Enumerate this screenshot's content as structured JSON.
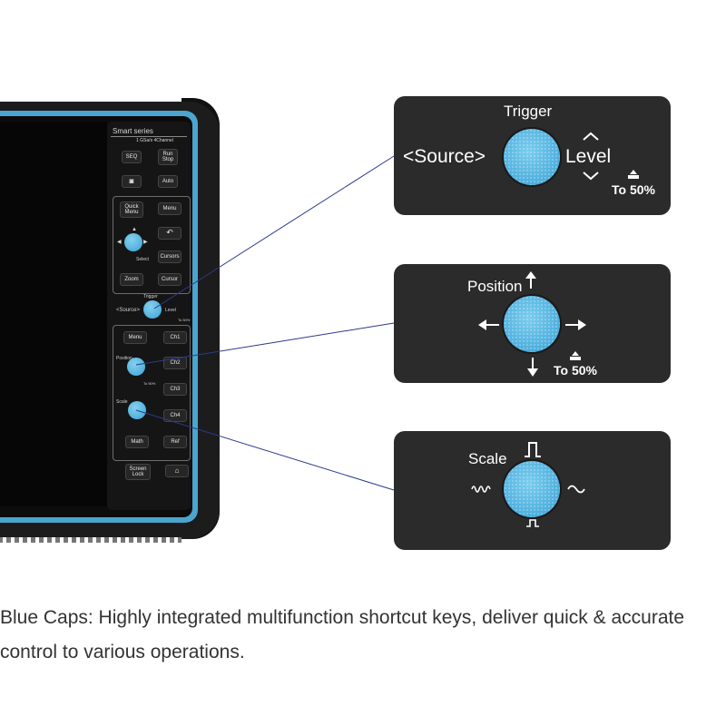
{
  "device": {
    "series": "Smart series",
    "spec": "1 GSa/s 4Channel",
    "buttons": {
      "seq": "SEQ",
      "run_stop": "Run Stop",
      "auto": "Auto",
      "quick_menu": "Quick Menu",
      "menu": "Menu",
      "cursors": "Cursors",
      "zoom": "Zoom",
      "cursor_b": "Cursor",
      "ch_menu": "Menu",
      "ch1": "Ch1",
      "ch2": "Ch2",
      "ch3": "Ch3",
      "ch4": "Ch4",
      "math": "Math",
      "ref": "Ref",
      "screen_lock": "Screen Lock"
    },
    "labels": {
      "select": "Select",
      "trigger": "Trigger",
      "source": "<Source>",
      "level": "Level",
      "to50": "To 50%",
      "position": "Position",
      "scale": "Scale"
    }
  },
  "callouts": {
    "trigger": {
      "title": "Trigger",
      "left": "<Source>",
      "right": "Level",
      "note": "To 50%"
    },
    "position": {
      "title": "Position",
      "note": "To 50%"
    },
    "scale": {
      "title": "Scale"
    }
  },
  "caption": "Blue Caps: Highly integrated multifunction shortcut keys, deliver quick & accurate control to various operations.",
  "colors": {
    "accent": "#4aa6cf",
    "knob": "#3aa2d6",
    "callout_bg": "#2b2b2b",
    "leader_line": "#2b3a8c"
  }
}
